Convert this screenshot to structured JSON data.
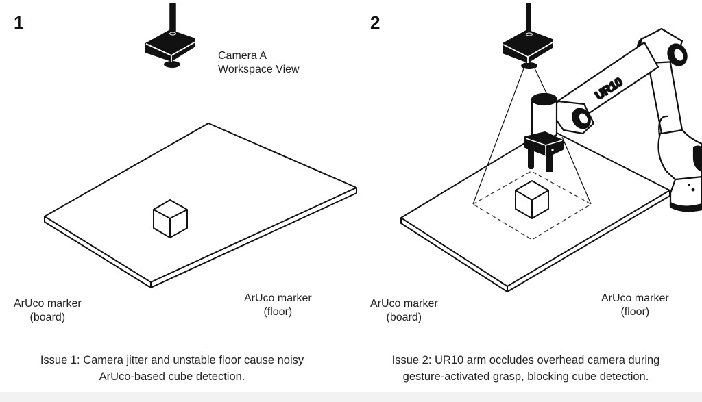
{
  "figure": {
    "panels": [
      {
        "number": "1",
        "camera_label_line1": "Camera A",
        "camera_label_line2": "Workspace View",
        "marker_board_line1": "ArUco marker",
        "marker_board_line2": "(board)",
        "marker_floor_line1": "ArUco marker",
        "marker_floor_line2": "(floor)",
        "caption_line1": "Issue 1: Camera jitter and unstable floor cause noisy",
        "caption_line2": "ArUco-based cube detection."
      },
      {
        "number": "2",
        "robot_label": "UR10",
        "marker_board_line1": "ArUco marker",
        "marker_board_line2": "(board)",
        "marker_floor_line1": "ArUco marker",
        "marker_floor_line2": "(floor)",
        "caption_line1": "Issue 2: UR10 arm occludes overhead camera during",
        "caption_line2": "gesture-activated grasp, blocking cube detection."
      }
    ],
    "icons": [
      "overhead-camera-icon",
      "board-icon",
      "cube-icon",
      "robot-arm-icon",
      "gripper-icon",
      "field-of-view-cone"
    ]
  }
}
